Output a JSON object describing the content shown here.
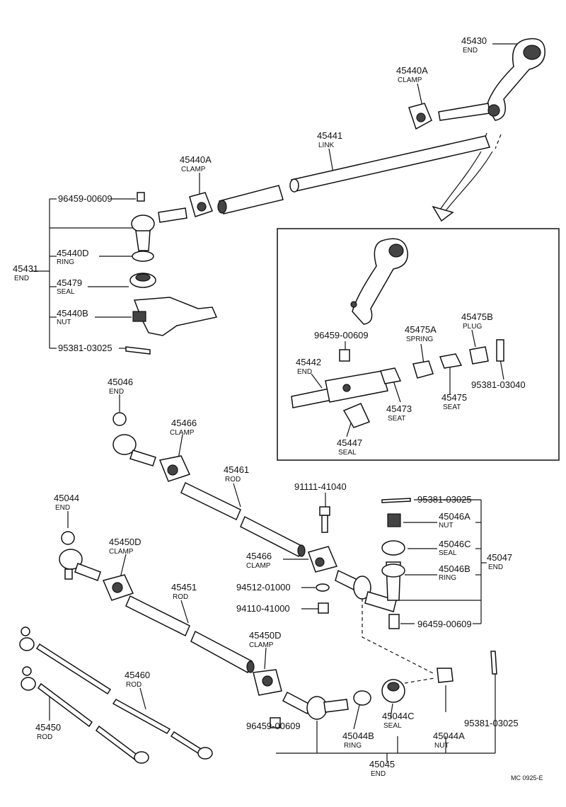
{
  "labels": {
    "p45430": {
      "pn": "45430",
      "nm": "END"
    },
    "p45440a_top": {
      "pn": "45440A",
      "nm": "CLAMP"
    },
    "p45441": {
      "pn": "45441",
      "nm": "LINK"
    },
    "p45440a_mid": {
      "pn": "45440A",
      "nm": "CLAMP"
    },
    "p96459_a": {
      "pn": "96459-00609",
      "nm": ""
    },
    "p45440d": {
      "pn": "45440D",
      "nm": "RING"
    },
    "p45479": {
      "pn": "45479",
      "nm": "SEAL"
    },
    "p45440b": {
      "pn": "45440B",
      "nm": "NUT"
    },
    "p95381_a": {
      "pn": "95381-03025",
      "nm": ""
    },
    "p45431": {
      "pn": "45431",
      "nm": "END"
    },
    "p96459_b": {
      "pn": "96459-00609",
      "nm": ""
    },
    "p45475a": {
      "pn": "45475A",
      "nm": "SPRING"
    },
    "p45475b": {
      "pn": "45475B",
      "nm": "PLUG"
    },
    "p45442": {
      "pn": "45442",
      "nm": "END"
    },
    "p45473": {
      "pn": "45473",
      "nm": "SEAT"
    },
    "p45475": {
      "pn": "45475",
      "nm": "SEAT"
    },
    "p95381_03040": {
      "pn": "95381-03040",
      "nm": ""
    },
    "p45447": {
      "pn": "45447",
      "nm": "SEAL"
    },
    "p45046": {
      "pn": "45046",
      "nm": "END"
    },
    "p45466_top": {
      "pn": "45466",
      "nm": "CLAMP"
    },
    "p45461": {
      "pn": "45461",
      "nm": "ROD"
    },
    "p91111": {
      "pn": "91111-41040",
      "nm": ""
    },
    "p95381_b": {
      "pn": "95381-03025",
      "nm": ""
    },
    "p45046a": {
      "pn": "45046A",
      "nm": "NUT"
    },
    "p45046c": {
      "pn": "45046C",
      "nm": "SEAL"
    },
    "p45046b": {
      "pn": "45046B",
      "nm": "RING"
    },
    "p45047": {
      "pn": "45047",
      "nm": "END"
    },
    "p96459_c": {
      "pn": "96459-00609",
      "nm": ""
    },
    "p45044": {
      "pn": "45044",
      "nm": "END"
    },
    "p45450d_top": {
      "pn": "45450D",
      "nm": "CLAMP"
    },
    "p45466_mid": {
      "pn": "45466",
      "nm": "CLAMP"
    },
    "p94512": {
      "pn": "94512-01000",
      "nm": ""
    },
    "p94110": {
      "pn": "94110-41000",
      "nm": ""
    },
    "p45451": {
      "pn": "45451",
      "nm": "ROD"
    },
    "p45450d_bot": {
      "pn": "45450D",
      "nm": "CLAMP"
    },
    "p45460": {
      "pn": "45460",
      "nm": "ROD"
    },
    "p45450": {
      "pn": "45450",
      "nm": "ROD"
    },
    "p96459_d": {
      "pn": "96459-00609",
      "nm": ""
    },
    "p45044b": {
      "pn": "45044B",
      "nm": "RING"
    },
    "p45044c": {
      "pn": "45044C",
      "nm": "SEAL"
    },
    "p45044a": {
      "pn": "45044A",
      "nm": "NUT"
    },
    "p95381_c": {
      "pn": "95381-03025",
      "nm": ""
    },
    "p45045": {
      "pn": "45045",
      "nm": "END"
    }
  },
  "footer": {
    "code": "MC 0925-E"
  }
}
